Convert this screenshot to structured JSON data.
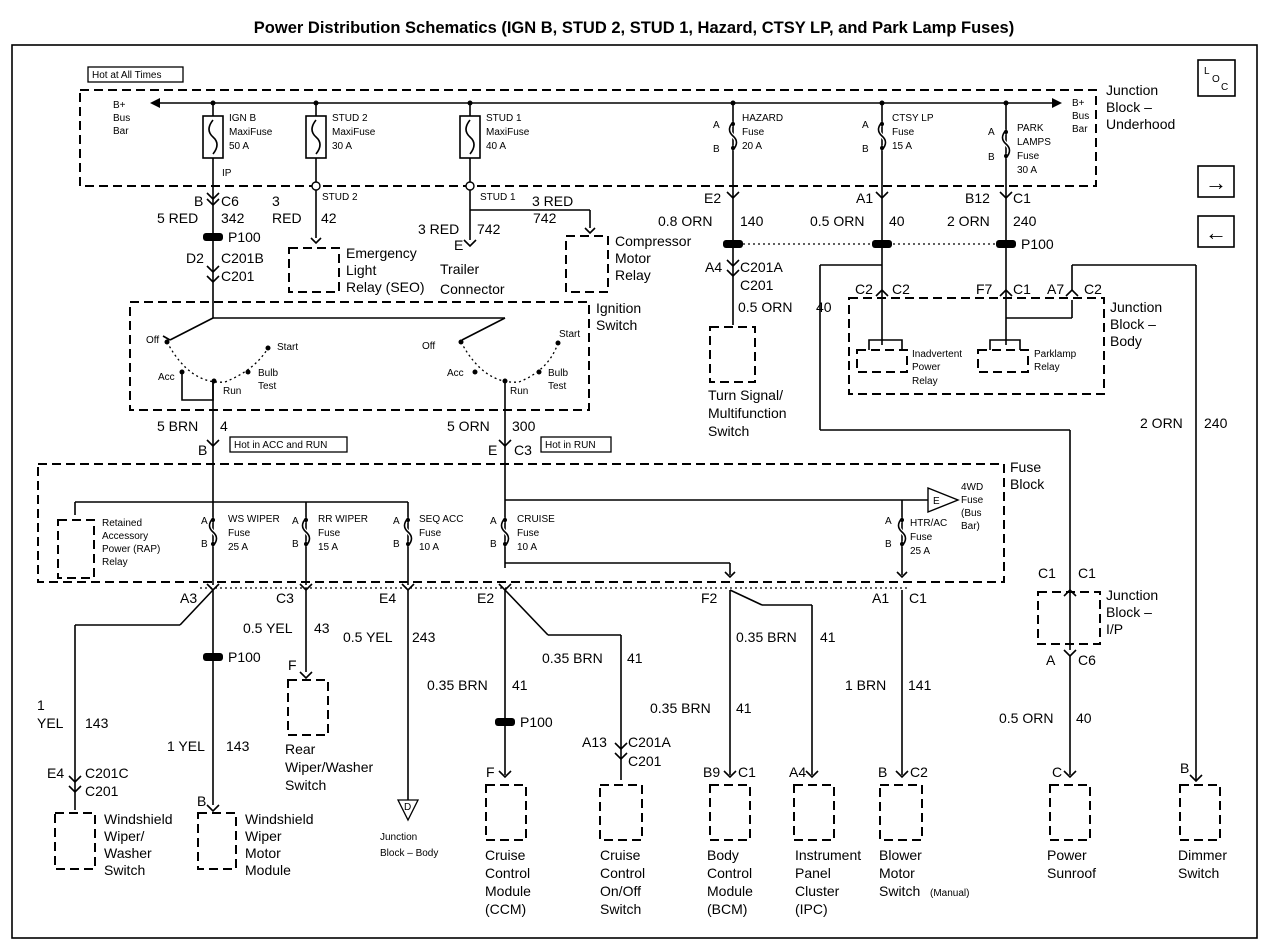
{
  "title": "Power Distribution Schematics (IGN B, STUD 2, STUD 1, Hazard, CTSY LP, and Park Lamp Fuses)",
  "loc_icon": {
    "l": "L",
    "o": "O",
    "c": "C"
  },
  "nav": {
    "next": "→",
    "prev": "←"
  },
  "tags": {
    "hot_all": "Hot at All Times",
    "hot_acc_run": "Hot in ACC and RUN",
    "hot_run": "Hot in RUN"
  },
  "junction_underhood": {
    "l1": "Junction",
    "l2": "Block –",
    "l3": "Underhood"
  },
  "busbar_left": {
    "l1": "B+",
    "l2": "Bus",
    "l3": "Bar"
  },
  "busbar_right": {
    "l1": "B+",
    "l2": "Bus",
    "l3": "Bar"
  },
  "fuses_top": {
    "ignb": {
      "l1": "IGN B",
      "l2": "MaxiFuse",
      "l3": "50 A"
    },
    "stud2": {
      "l1": "STUD 2",
      "l2": "MaxiFuse",
      "l3": "30 A"
    },
    "stud1": {
      "l1": "STUD 1",
      "l2": "MaxiFuse",
      "l3": "40 A"
    },
    "hazard": {
      "l1": "HAZARD",
      "l2": "Fuse",
      "l3": "20 A"
    },
    "ctsy": {
      "l1": "CTSY LP",
      "l2": "Fuse",
      "l3": "15 A"
    },
    "park": {
      "l1": "PARK",
      "l2": "LAMPS",
      "l3": "Fuse",
      "l4": "30 A"
    }
  },
  "pins": {
    "a": "A",
    "b": "B"
  },
  "ip": "IP",
  "stud2_lbl": "STUD 2",
  "stud1_lbl": "STUD 1",
  "conn": {
    "b": "B",
    "c6": "C6",
    "d2": "D2",
    "c201b": "C201B",
    "c201": "C201",
    "p100": "P100",
    "e2": "E2",
    "a1": "A1",
    "b12": "B12",
    "c1": "C1",
    "a4": "A4",
    "c201a": "C201A",
    "c2": "C2",
    "f7": "F7",
    "a7": "A7",
    "e": "E",
    "c3": "C3",
    "a3": "A3",
    "e4": "E4",
    "f2": "F2",
    "f": "F",
    "a13": "A13",
    "b9": "B9",
    "c201c": "C201C",
    "a": "A",
    "c": "C",
    "d": "D"
  },
  "wires": {
    "red342": {
      "size": "5 RED",
      "circ": "342"
    },
    "red42a": "3",
    "red42b": "RED",
    "red42c": "42",
    "red742a": {
      "size": "3 RED",
      "circ": "742"
    },
    "red742b": {
      "size": "3 RED",
      "circ": "742"
    },
    "orn140": {
      "size": "0.8 ORN",
      "circ": "140"
    },
    "orn40": {
      "size": "0.5 ORN",
      "circ": "40"
    },
    "orn240": {
      "size": "2 ORN",
      "circ": "240"
    },
    "orn40b": {
      "size": "0.5 ORN",
      "circ": "40"
    },
    "brn4": {
      "size": "5 BRN",
      "circ": "4"
    },
    "orn300": {
      "size": "5 ORN",
      "circ": "300"
    },
    "orn240b": {
      "size": "2 ORN",
      "circ": "240"
    },
    "yel43": {
      "size": "0.5 YEL",
      "circ": "43"
    },
    "yel243": {
      "size": "0.5 YEL",
      "circ": "243"
    },
    "brn41a": {
      "size": "0.35 BRN",
      "circ": "41"
    },
    "brn41b": {
      "size": "0.35 BRN",
      "circ": "41"
    },
    "brn41c": {
      "size": "0.35 BRN",
      "circ": "41"
    },
    "brn41d": {
      "size": "0.35 BRN",
      "circ": "41"
    },
    "brn141": {
      "size": "1 BRN",
      "circ": "141"
    },
    "yel143a": {
      "l1": "1",
      "l2": "YEL",
      "circ": "143"
    },
    "yel143b": {
      "size": "1 YEL",
      "circ": "143"
    },
    "orn40c": {
      "size": "0.5 ORN",
      "circ": "40"
    }
  },
  "components_top": {
    "emergency": {
      "l1": "Emergency",
      "l2": "Light",
      "l3": "Relay (SEO)"
    },
    "trailer": {
      "l1": "Trailer",
      "l2": "Connector"
    },
    "compressor": {
      "l1": "Compressor",
      "l2": "Motor",
      "l3": "Relay"
    },
    "turn": {
      "l1": "Turn Signal/",
      "l2": "Multifunction",
      "l3": "Switch"
    }
  },
  "ignition": {
    "title1": "Ignition",
    "title2": "Switch",
    "off": "Off",
    "acc": "Acc",
    "run": "Run",
    "start": "Start",
    "bulb1": "Bulb",
    "bulb2": "Test"
  },
  "jb_body": {
    "l1": "Junction",
    "l2": "Block –",
    "l3": "Body",
    "inadv1": "Inadvertent",
    "inadv2": "Power",
    "inadv3": "Relay",
    "park1": "Parklamp",
    "park2": "Relay"
  },
  "fuse_block": {
    "title1": "Fuse",
    "title2": "Block",
    "rap1": "Retained",
    "rap2": "Accessory",
    "rap3": "Power (RAP)",
    "rap4": "Relay",
    "ws": {
      "l1": "WS WIPER",
      "l2": "Fuse",
      "l3": "25 A"
    },
    "rr": {
      "l1": "RR WIPER",
      "l2": "Fuse",
      "l3": "15 A"
    },
    "seq": {
      "l1": "SEQ ACC",
      "l2": "Fuse",
      "l3": "10 A"
    },
    "cruise": {
      "l1": "CRUISE",
      "l2": "Fuse",
      "l3": "10 A"
    },
    "htr": {
      "l1": "HTR/AC",
      "l2": "Fuse",
      "l3": "25 A"
    },
    "fwd": {
      "l1": "4WD",
      "l2": "Fuse",
      "l3": "(Bus",
      "l4": "Bar)"
    }
  },
  "jb_ip": {
    "l1": "Junction",
    "l2": "Block –",
    "l3": "I/P"
  },
  "components_bottom": {
    "windshield_sw": {
      "l1": "Windshield",
      "l2": "Wiper/",
      "l3": "Washer",
      "l4": "Switch"
    },
    "windshield_mod": {
      "l1": "Windshield",
      "l2": "Wiper",
      "l3": "Motor",
      "l4": "Module"
    },
    "rear": {
      "l1": "Rear",
      "l2": "Wiper/Washer",
      "l3": "Switch"
    },
    "jb_body2": {
      "l1": "Junction",
      "l2": "Block – Body"
    },
    "ccm": {
      "l1": "Cruise",
      "l2": "Control",
      "l3": "Module",
      "l4": "(CCM)"
    },
    "ccs": {
      "l1": "Cruise",
      "l2": "Control",
      "l3": "On/Off",
      "l4": "Switch"
    },
    "bcm": {
      "l1": "Body",
      "l2": "Control",
      "l3": "Module",
      "l4": "(BCM)"
    },
    "ipc": {
      "l1": "Instrument",
      "l2": "Panel",
      "l3": "Cluster",
      "l4": "(IPC)"
    },
    "blower": {
      "l1": "Blower",
      "l2": "Motor",
      "l3": "Switch",
      "l3b": "(Manual)"
    },
    "sunroof": {
      "l1": "Power",
      "l2": "Sunroof"
    },
    "dimmer": {
      "l1": "Dimmer",
      "l2": "Switch"
    }
  }
}
